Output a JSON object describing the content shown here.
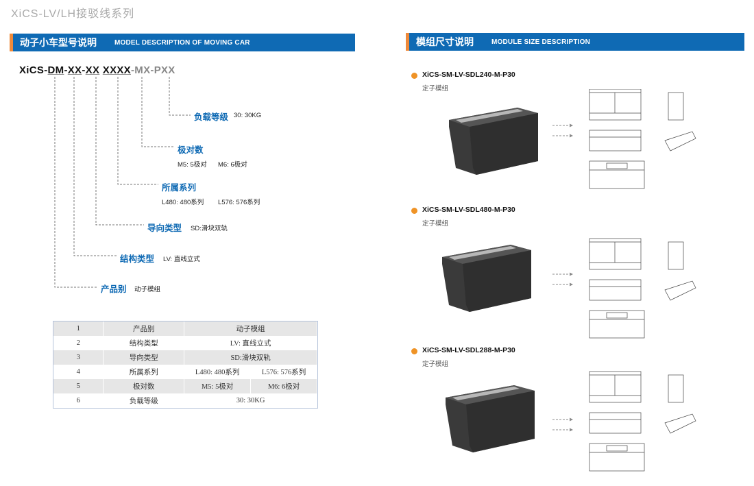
{
  "doc_title": "XiCS-LV/LH接驳线系列",
  "left_section": {
    "title_cn": "动子小车型号说明",
    "title_en": "MODEL DESCRIPTION OF MOVING CAR"
  },
  "model_code": {
    "p1": "XiCS-",
    "p2": "DM",
    "p3": "-",
    "p4": "XX",
    "p5": "-",
    "p6": "XX",
    "p7": " ",
    "p8": "XXXX",
    "p9": "-MX-PXX"
  },
  "legend": [
    {
      "label": "负载等级",
      "values": [
        "30: 30KG"
      ]
    },
    {
      "label": "极对数",
      "values": [
        "M5: 5极对",
        "M6: 6极对"
      ]
    },
    {
      "label": "所属系列",
      "values": [
        "L480: 480系列",
        "L576: 576系列"
      ]
    },
    {
      "label": "导向类型",
      "values": [
        "SD:滑块双轨"
      ]
    },
    {
      "label": "结构类型",
      "values": [
        "LV: 直线立式"
      ]
    },
    {
      "label": "产品别",
      "values": [
        "动子模组"
      ]
    }
  ],
  "table": [
    [
      "1",
      "产品别",
      "动子模组",
      ""
    ],
    [
      "2",
      "结构类型",
      "LV: 直线立式",
      ""
    ],
    [
      "3",
      "导向类型",
      "SD:滑块双轨",
      ""
    ],
    [
      "4",
      "所属系列",
      "L480: 480系列",
      "L576: 576系列"
    ],
    [
      "5",
      "极对数",
      "M5: 5极对",
      "M6: 6极对"
    ],
    [
      "6",
      "负载等级",
      "30: 30KG",
      ""
    ]
  ],
  "right_section": {
    "title_cn": "模组尺寸说明",
    "title_en": "MODULE SIZE DESCRIPTION"
  },
  "products": [
    {
      "name": "XiCS-SM-LV-SDL240-M-P30",
      "sub": "定子模组"
    },
    {
      "name": "XiCS-SM-LV-SDL480-M-P30",
      "sub": "定子模组"
    },
    {
      "name": "XiCS-SM-LV-SDL288-M-P30",
      "sub": "定子模组"
    }
  ],
  "colors": {
    "blue": "#0f6ab4",
    "orange": "#ef8a3a"
  }
}
